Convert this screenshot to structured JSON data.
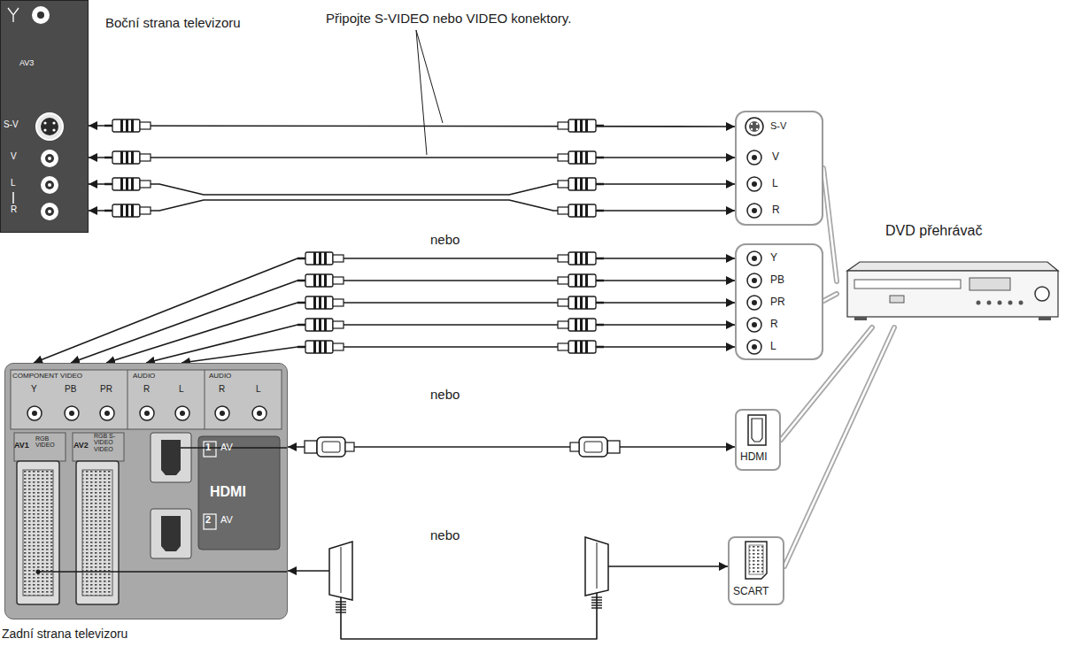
{
  "diagram": {
    "nodes": [
      {
        "text": [
          "Boční strana televizoru"
        ]
      },
      {
        "text": [
          "S-V",
          "V",
          "L",
          "R"
        ]
      },
      {
        "text": [
          "DVD přehrávač"
        ]
      },
      {
        "text": [
          "Y",
          "PB",
          "PR",
          "R",
          "L"
        ]
      },
      {
        "text": [
          "HDMI"
        ]
      },
      {
        "text": [
          "SCART"
        ]
      },
      {
        "text": [
          "Zadní strana televizoru"
        ]
      }
    ],
    "edges": [
      {
        "from": 0,
        "to": 1,
        "arrow": "both"
      },
      {
        "from": 0,
        "to": 1,
        "arrow": "both"
      },
      {
        "from": 0,
        "to": 1,
        "arrow": "both"
      },
      {
        "from": 0,
        "to": 1,
        "arrow": "both"
      },
      {
        "from": 6,
        "to": 3,
        "arrow": "both"
      },
      {
        "from": 6,
        "to": 3,
        "arrow": "both"
      },
      {
        "from": 6,
        "to": 3,
        "arrow": "both"
      },
      {
        "from": 6,
        "to": 3,
        "arrow": "both"
      },
      {
        "from": 6,
        "to": 3,
        "arrow": "both"
      },
      {
        "from": 6,
        "to": 4,
        "arrow": "both"
      },
      {
        "from": 6,
        "to": 5,
        "arrow": "both"
      },
      {
        "from": 1,
        "to": 2,
        "arrow": "none"
      },
      {
        "from": 3,
        "to": 2,
        "arrow": "none"
      },
      {
        "from": 4,
        "to": 2,
        "arrow": "none"
      },
      {
        "from": 5,
        "to": 2,
        "arrow": "none"
      }
    ],
    "labels": [
      "Připojte S-VIDEO nebo VIDEO konektory.",
      "nebo",
      "nebo",
      "nebo",
      "AV3",
      "S-V",
      "V",
      "L",
      "R",
      "COMPONENT VIDEO",
      "Y",
      "PB",
      "PR",
      "AUDIO",
      "R",
      "L",
      "AUDIO",
      "R",
      "L",
      "AV1",
      "RGB VIDEO",
      "AV2",
      "RGB S-VIDEO VIDEO",
      "1",
      "AV",
      "HDMI",
      "2",
      "AV"
    ]
  }
}
